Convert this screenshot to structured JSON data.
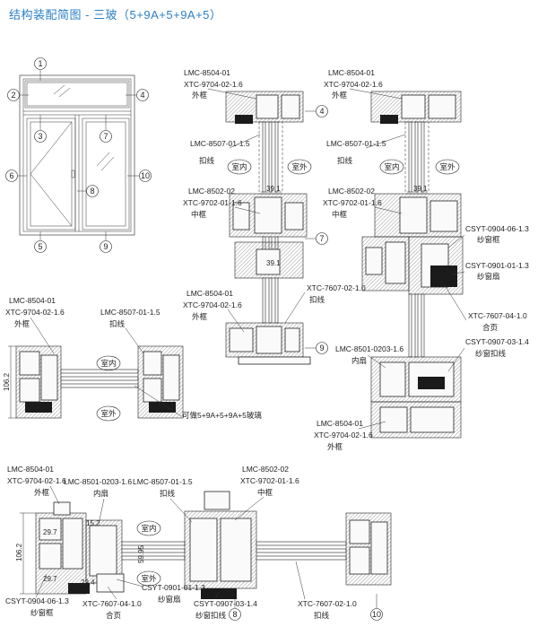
{
  "title": "结构装配简图 - 三玻（5+9A+5+9A+5）",
  "elevation": {
    "markers": [
      "1",
      "2",
      "3",
      "4",
      "5",
      "6",
      "7",
      "8",
      "9",
      "10"
    ]
  },
  "top_sections": {
    "left": {
      "labels": [
        "LMC-8504-01",
        "XTC-9704-02-1.6",
        "外框",
        "LMC-8507-01-1.5",
        "扣线",
        "室内",
        "室外",
        "39.1",
        "LMC-8502-02",
        "XTC-9702-01-1.6",
        "中框",
        "LMC-8504-01",
        "XTC-9704-02-1.6",
        "外框",
        "XTC-7607-02-1.0",
        "扣线"
      ],
      "markers": [
        "4",
        "7",
        "9"
      ]
    },
    "right": {
      "labels": [
        "LMC-8504-01",
        "XTC-9704-02-1.6",
        "外框",
        "LMC-8507-01-1.5",
        "扣线",
        "室内",
        "室外",
        "39.1",
        "LMC-8502-02",
        "XTC-9702-01-1.6",
        "中框",
        "CSYT-0904-06-1.3",
        "纱窗框",
        "CSYT-0901-01-1.3",
        "纱窗扇",
        "XTC-7607-04-1.0",
        "合页",
        "CSYT-0907-03-1.4",
        "纱窗扣线",
        "LMC-8501-0203-1.6",
        "内扇",
        "LMC-8504-01",
        "XTC-9704-02-1.6",
        "外框"
      ]
    }
  },
  "mid_section": {
    "labels": [
      "LMC-8504-01",
      "XTC-9704-02-1.6",
      "外框",
      "LMC-8507-01-1.5",
      "扣线",
      "室内",
      "室外",
      "可做5+9A+5+9A+5玻璃"
    ],
    "dim": "106.2"
  },
  "bottom_section": {
    "labels": [
      "LMC-8504-01",
      "XTC-9704-02-1.6",
      "外框",
      "LMC-8501-0203-1.6",
      "内扇",
      "LMC-8507-01-1.5",
      "扣线",
      "LMC-8502-02",
      "XTC-9702-01-1.6",
      "中框",
      "室内",
      "室外",
      "CSYT-0904-06-1.3",
      "纱窗框",
      "XTC-7607-04-1.0",
      "合页",
      "CSYT-0901-01-1.3",
      "纱窗扇",
      "CSYT-0907-03-1.4",
      "纱窗扣线",
      "XTC-7607-02-1.0",
      "扣线"
    ],
    "dims": [
      "106.2",
      "29.7",
      "29.7",
      "15.2",
      "22.4",
      "59.95"
    ],
    "markers": [
      "8",
      "10"
    ]
  }
}
